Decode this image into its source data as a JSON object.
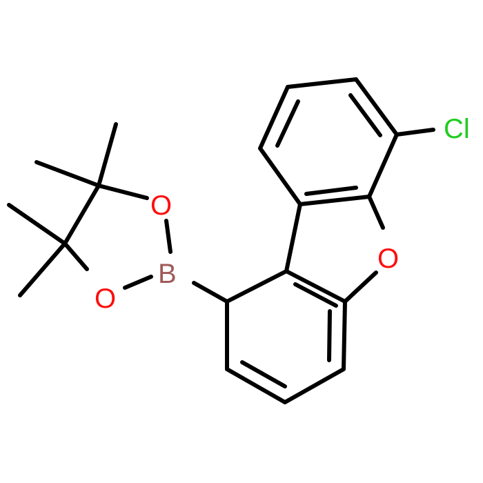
{
  "molecule": {
    "atoms": {
      "chlorine": {
        "symbol": "Cl",
        "color": "#1fcc1f"
      },
      "furan_oxygen": {
        "symbol": "O",
        "color": "#ff0d0d"
      },
      "boronate_oxygen_top": {
        "symbol": "O",
        "color": "#ff0d0d"
      },
      "boronate_oxygen_bottom": {
        "symbol": "O",
        "color": "#ff0d0d"
      },
      "boron": {
        "symbol": "B",
        "color": "#a05a5a"
      }
    },
    "bond_color": "#000000",
    "background": "#ffffff"
  }
}
